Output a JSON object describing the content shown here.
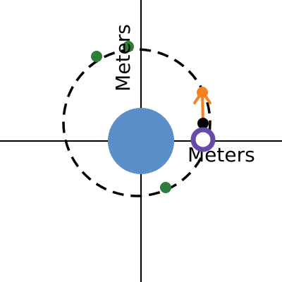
{
  "axes": {
    "x_label": "Meters",
    "y_label": "Meters"
  },
  "colors": {
    "background": "#ffffff",
    "axis": "#000000",
    "central_body": "#5b8fc9",
    "orbit_path": "#000000",
    "orbit_markers": "#2e7d3a",
    "velocity_vector": "#f58220",
    "probe_ring": "#6a4aa8",
    "probe_center": "#ffffff",
    "anchor_point": "#000000"
  },
  "elements": {
    "central_body": "filled-circle",
    "orbit_path": "dashed-circle",
    "probe": "ring-marker",
    "velocity_vector": "arrow"
  }
}
